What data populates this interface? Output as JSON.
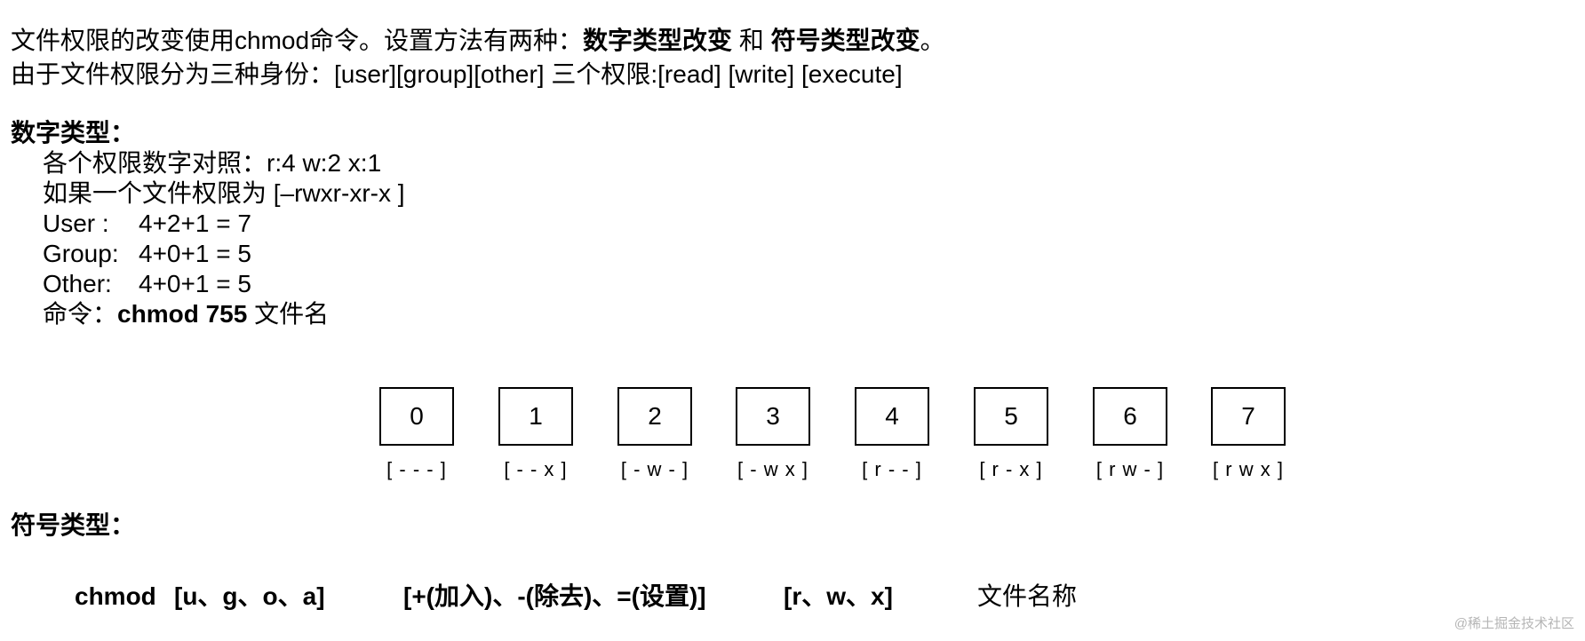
{
  "intro": {
    "line1_a": "文件权限的改变使用chmod命令。设置方法有两种：",
    "line1_b": "数字类型改变",
    "line1_c": " 和 ",
    "line1_d": "符号类型改变",
    "line1_e": "。",
    "line2": "由于文件权限分为三种身份：[user][group][other]    三个权限:[read] [write] [execute]"
  },
  "numeric": {
    "heading": "数字类型：",
    "mapping": "各个权限数字对照：r:4  w:2  x:1",
    "example": "如果一个文件权限为 [–rwxr-xr-x ]",
    "rows": [
      {
        "label": "User :",
        "calc": "4+2+1 = 7"
      },
      {
        "label": "Group:",
        "calc": "4+0+1 = 5"
      },
      {
        "label": "Other:",
        "calc": "4+0+1 = 5"
      }
    ],
    "command_prefix": "命令：",
    "command_bold": "chmod 755",
    "command_suffix": " 文件名",
    "table": [
      {
        "num": "0",
        "perm": "[ - - - ]"
      },
      {
        "num": "1",
        "perm": "[ - - x ]"
      },
      {
        "num": "2",
        "perm": "[ - w - ]"
      },
      {
        "num": "3",
        "perm": "[ - w x ]"
      },
      {
        "num": "4",
        "perm": "[ r - - ]"
      },
      {
        "num": "5",
        "perm": "[ r - x ]"
      },
      {
        "num": "6",
        "perm": "[ r w - ]"
      },
      {
        "num": "7",
        "perm": "[ r w x ]"
      }
    ]
  },
  "symbolic": {
    "heading": "符号类型：",
    "parts": [
      "chmod",
      "[u、g、o、a]",
      "[+(加入)、-(除去)、=(设置)]",
      "[r、w、x]",
      "文件名称"
    ]
  },
  "watermark": "@稀土掘金技术社区"
}
